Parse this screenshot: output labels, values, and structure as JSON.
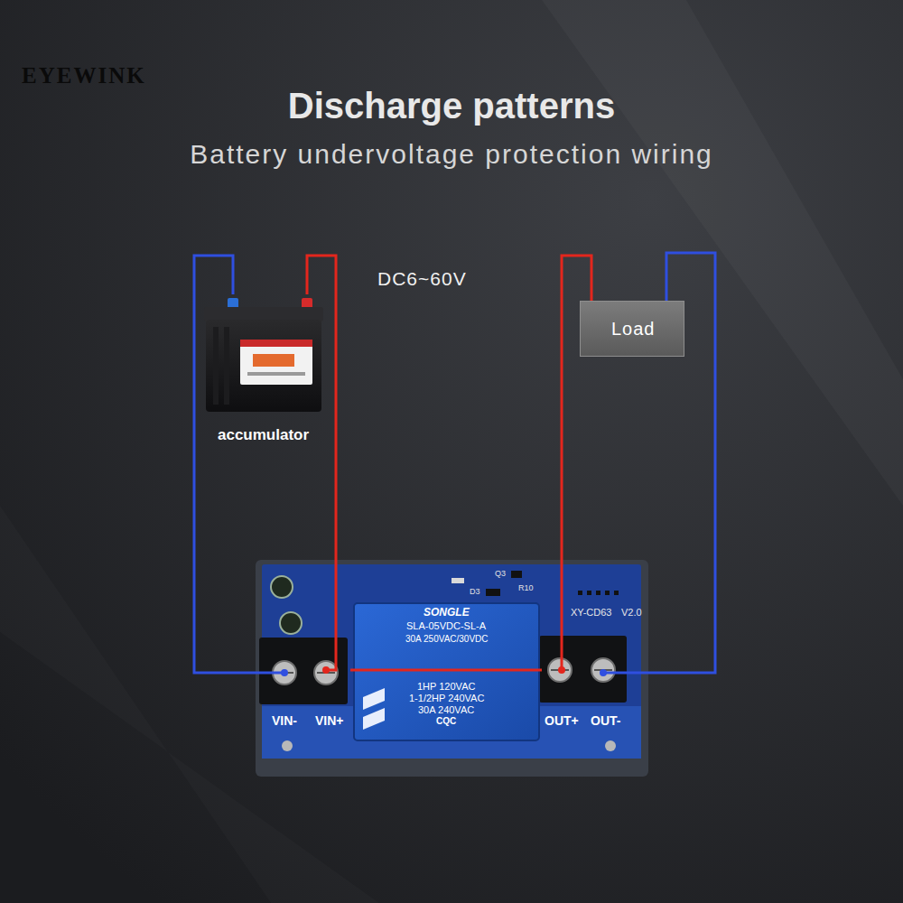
{
  "diagram": {
    "title": "Discharge patterns",
    "nodes": [
      {
        "text": [
          "accumulator"
        ]
      },
      {
        "text": [
          "Load"
        ]
      },
      {
        "text": [
          "XY-CD63",
          "V2.0"
        ]
      },
      {
        "text": [
          "SONGLE",
          "SLA-05VDC-SL-A",
          "30A 250VAC/30VDC",
          "1HP 120VAC",
          "1-1/2HP 240VAC",
          "30A 240VAC",
          "CQC"
        ],
        "in": 2
      },
      {
        "text": [
          "VIN-"
        ],
        "in": 2
      },
      {
        "text": [
          "VIN+"
        ],
        "in": 2
      },
      {
        "text": [
          "OUT+"
        ],
        "in": 2
      },
      {
        "text": [
          "OUT-"
        ],
        "in": 2
      }
    ],
    "edges": [
      {
        "from": 0,
        "to": 4,
        "arrow": "none"
      },
      {
        "from": 0,
        "to": 5,
        "arrow": "none"
      },
      {
        "from": 5,
        "to": 6,
        "arrow": "none"
      },
      {
        "from": 6,
        "to": 1,
        "arrow": "none"
      },
      {
        "from": 7,
        "to": 1,
        "arrow": "none"
      }
    ],
    "labels": [
      "EYEWINK",
      "Battery undervoltage protection wiring",
      "DC6~60V",
      "Q3",
      "R10",
      "D3"
    ]
  }
}
